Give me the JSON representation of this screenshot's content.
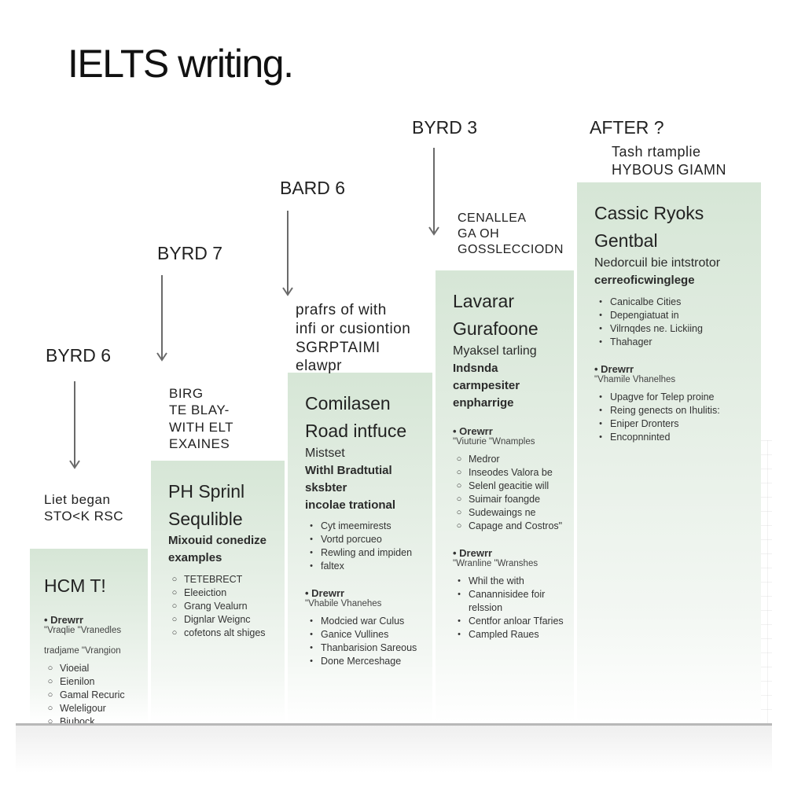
{
  "title": "IELTS writing.",
  "stages": [
    {
      "label_lines": [
        "BYRD 6"
      ],
      "has_arrow": true,
      "caption_lines": [
        "Liet began",
        "STO<K RSC"
      ],
      "heading_lines": [
        "HCM T!"
      ],
      "sub_lines": [],
      "items": [],
      "sections": [
        {
          "head": "Drewrr",
          "sub": "\"Vraqlie \"Vranedles",
          "items": []
        },
        {
          "head": "",
          "sub": "tradjame \"Vrangion",
          "items": [
            "Vioeial",
            "Eienilon",
            "Gamal Recuric",
            "Weleligour",
            "Biubock"
          ],
          "marker": "o"
        }
      ]
    },
    {
      "label_lines": [
        "BYRD 7"
      ],
      "has_arrow": true,
      "caption_lines": [
        "BIRG",
        "TE BLAY-",
        "WITH ELT",
        "EXAINES"
      ],
      "heading_lines": [
        "PH Sprinl",
        "Sequlible"
      ],
      "sub_lines": [
        "Mixouid conedize",
        "examples"
      ],
      "items": [
        "TETEBRECT",
        "Eleeiction",
        "Grang Vealurn",
        "Dignlar Weignc",
        "cofetons alt shiges"
      ],
      "marker": "o",
      "sections": []
    },
    {
      "label_lines": [
        "BARD 6"
      ],
      "has_arrow": true,
      "caption_lines": [
        "prafrs of with",
        "infi or cusiontion",
        "SGRPTAIMI",
        "elawpr"
      ],
      "heading_lines": [
        "Comilasen",
        "Road intfuce"
      ],
      "sub_lines": [
        "Mistset",
        "Withl Bradtutial sksbter",
        "incolae trational"
      ],
      "items": [
        "Cyt imeemirests",
        "Vortd porcueo",
        "Rewling and impiden",
        "faltex"
      ],
      "marker": "•",
      "sections": [
        {
          "head": "Drewrr",
          "sub": "\"Vhabile Vhanehes",
          "items": [
            "Modcied war Culus",
            "Ganice Vullines",
            "Thanbarision Sareous",
            "Done Merceshage"
          ],
          "marker": "•"
        }
      ]
    },
    {
      "label_lines": [
        "BYRD 3"
      ],
      "has_arrow": true,
      "caption_lines": [
        "CENALLEA",
        "GA OH",
        "GOSSLECCIODN"
      ],
      "heading_lines": [
        "Lavarar",
        "Gurafoone"
      ],
      "sub_lines": [
        "Myaksel tarling",
        "Indsnda carmpesiter",
        "enpharrige"
      ],
      "items": [],
      "sections": [
        {
          "head": "Orewrr",
          "sub": "\"Viuturie \"Wnamples",
          "items": [
            "Medror",
            "Inseodes Valora be",
            "Selenl geacitie will",
            "Suimair foangde",
            "Sudewaings ne",
            "Capage and Costros\""
          ],
          "marker": "o"
        },
        {
          "head": "Drewrr",
          "sub": "\"Wranline \"Wranshes",
          "items": [
            "Whil the with",
            "Canannisidee foir relssion",
            "Centfor anloar Tfaries",
            "Campled Raues"
          ],
          "marker": "•"
        }
      ]
    },
    {
      "label_lines": [
        "AFTER ?"
      ],
      "has_arrow": false,
      "caption_lines": [
        "Tash rtamplie",
        "HYBOUS GIAMN"
      ],
      "heading_lines": [
        "Cassic Ryoks",
        "Gentbal"
      ],
      "sub_lines": [
        "Nedorcuil bie intstrotor",
        "cerreoficwinglege"
      ],
      "items": [
        "Canicalbe Cities",
        "Depengiatuat in",
        "Vilrnqdes ne. Lickiing",
        "Thahager"
      ],
      "marker": "•",
      "sections": [
        {
          "head": "Drewrr",
          "sub": "\"Vhamile Vhanelhes",
          "items": [
            "Upagve for Telep proine",
            "Reing genects on Ihulitis:",
            "Eniper Dronters",
            "Encopnninted"
          ],
          "marker": "•"
        }
      ]
    }
  ]
}
